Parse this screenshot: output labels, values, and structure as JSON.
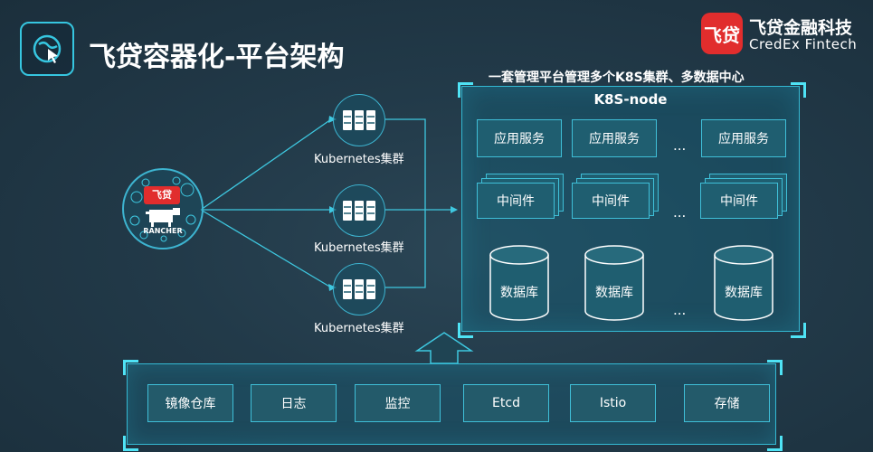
{
  "header": {
    "title": "飞贷容器化-平台架构",
    "icon": "cursor-globe-icon"
  },
  "brand": {
    "logo_text": "飞贷",
    "name": "飞贷金融科技",
    "name_en": "CredEx Fintech",
    "color": "#e12d2d"
  },
  "rancher": {
    "logo_text": "飞贷",
    "label": "RANCHER"
  },
  "clusters": [
    {
      "label": "Kubernetes集群"
    },
    {
      "label": "Kubernetes集群"
    },
    {
      "label": "Kubernetes集群"
    }
  ],
  "k8s_panel": {
    "subtitle": "一套管理平台管理多个K8S集群、多数据中心",
    "title": "K8S-node",
    "services": [
      "应用服务",
      "应用服务",
      "应用服务"
    ],
    "middleware": [
      "中间件",
      "中间件",
      "中间件"
    ],
    "databases": [
      "数据库",
      "数据库",
      "数据库"
    ],
    "ellipsis": "..."
  },
  "base_services": [
    "镜像仓库",
    "日志",
    "监控",
    "Etcd",
    "Istio",
    "存储"
  ],
  "colors": {
    "accent": "#36c6e0",
    "background": "#223a49",
    "box_fill": "#1f5e70"
  }
}
